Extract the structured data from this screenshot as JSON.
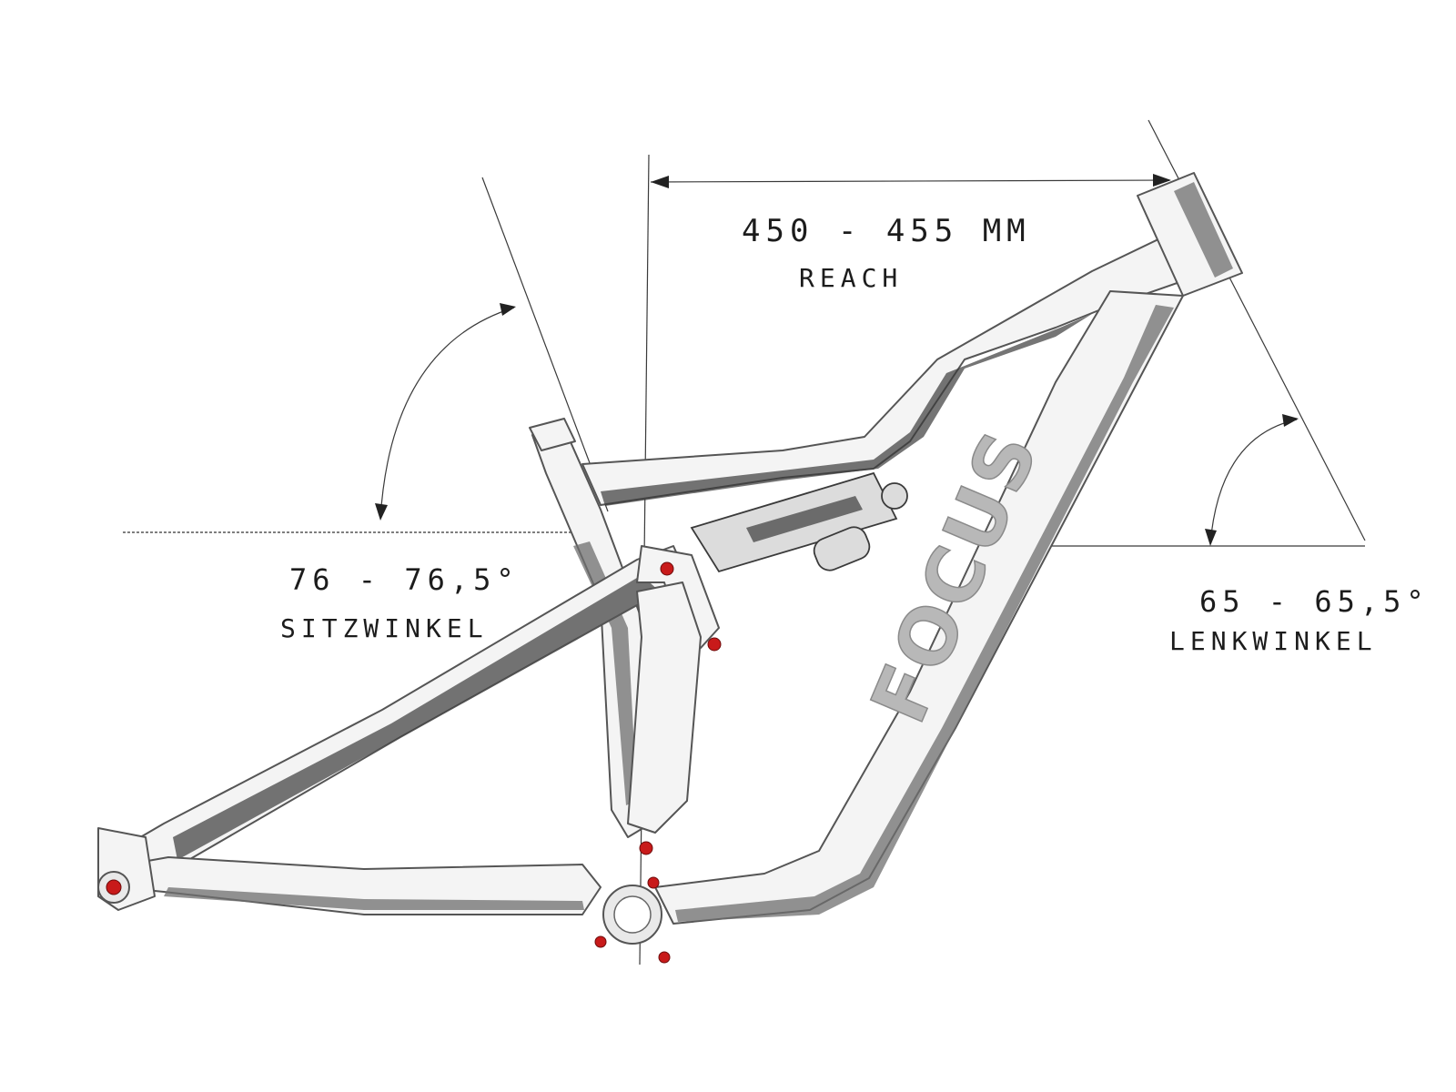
{
  "annotations": {
    "reach_value": "450 - 455 MM",
    "reach_label": "REACH",
    "seat_angle_value": "76 - 76,5°",
    "seat_angle_label": "SITZWINKEL",
    "head_angle_value": "65 - 65,5°",
    "head_angle_label": "LENKWINKEL"
  },
  "logo": {
    "text": "FOCUS"
  },
  "colors": {
    "pivot_accent": "#c81a1a",
    "frame": "#f4f4f4",
    "ink": "#1c1c1c"
  }
}
